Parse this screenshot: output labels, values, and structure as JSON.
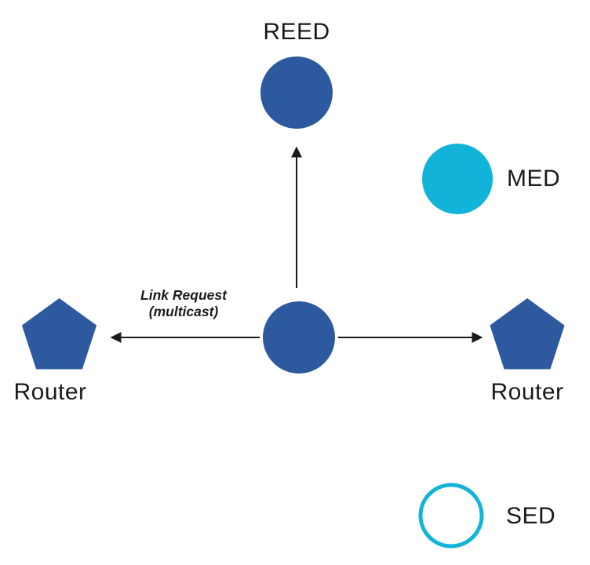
{
  "colors": {
    "node_primary": "#2d5a9e",
    "node_accent": "#12b3d8",
    "arrow": "#1a1a1a"
  },
  "nodes": {
    "reed": {
      "label": "REED"
    },
    "med": {
      "label": "MED"
    },
    "sed": {
      "label": "SED"
    },
    "router_left": {
      "label": "Router"
    },
    "router_right": {
      "label": "Router"
    }
  },
  "annotation": {
    "line1": "Link Request",
    "line2": "(multicast)"
  }
}
